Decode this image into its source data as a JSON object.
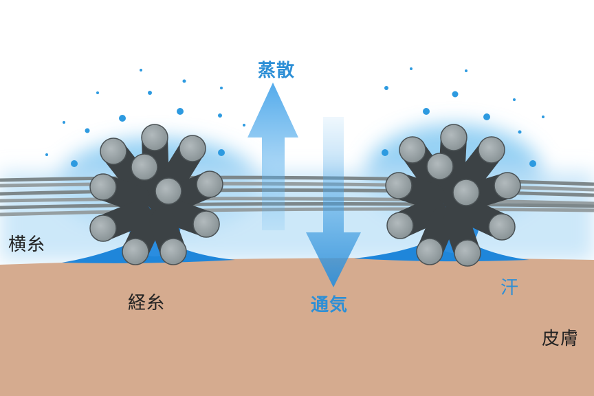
{
  "labels": {
    "evaporation": "蒸散",
    "ventilation": "通気",
    "weft": "横糸",
    "warp": "経糸",
    "sweat": "汗",
    "skin": "皮膚"
  },
  "colors": {
    "skin": "#d5ab8f",
    "water_blue": "#2d8fd6",
    "fiber_gray": "#9ea7aa",
    "fiber_dark": "#3c4245"
  }
}
